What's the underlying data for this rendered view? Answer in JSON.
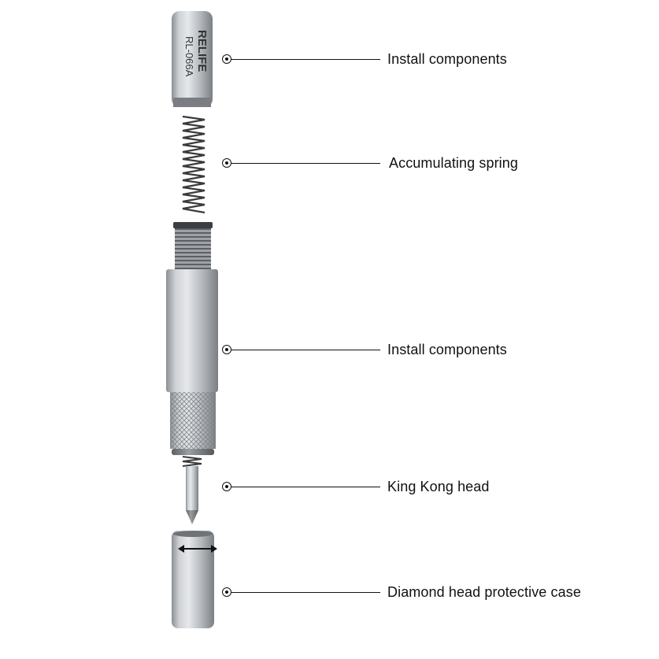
{
  "product": {
    "brand": "RELIFE",
    "model": "RL-066A"
  },
  "callouts": [
    {
      "label": "Install components"
    },
    {
      "label": "Accumulating spring"
    },
    {
      "label": "Install components"
    },
    {
      "label": "King Kong head"
    },
    {
      "label": "Diamond head protective case"
    }
  ],
  "colors": {
    "metal_light": "#d4d6d8",
    "metal_mid": "#a9adb1",
    "metal_dark": "#6e7276",
    "spring": "#3a3a3a",
    "ink": "#111111"
  }
}
